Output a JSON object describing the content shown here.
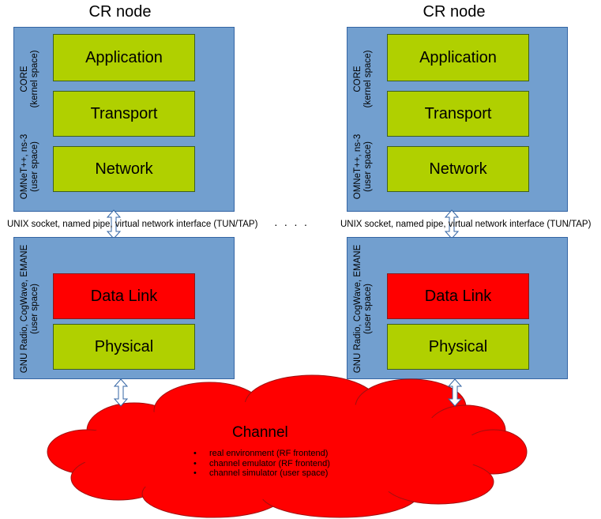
{
  "nodes": [
    {
      "title": "CR node",
      "upper": {
        "label_top": [
          "CORE",
          "(kernel space)"
        ],
        "label_bottom": [
          "OMNeT++, ns-3",
          "(user space)"
        ],
        "layers": [
          "Application",
          "Transport",
          "Network"
        ]
      },
      "interface_label": "UNIX socket, named pipe, virtual network interface (TUN/TAP)",
      "lower": {
        "label": [
          "GNU Radio, CogWave, EMANE",
          "(user space)"
        ],
        "layers": [
          "Data Link",
          "Physical"
        ]
      }
    },
    {
      "title": "CR node",
      "upper": {
        "label_top": [
          "CORE",
          "(kernel space)"
        ],
        "label_bottom": [
          "OMNeT++, ns-3",
          "(user space)"
        ],
        "layers": [
          "Application",
          "Transport",
          "Network"
        ]
      },
      "interface_label": "UNIX socket, named pipe, virtual network interface (TUN/TAP)",
      "lower": {
        "label": [
          "GNU Radio, CogWave, EMANE",
          "(user space)"
        ],
        "layers": [
          "Data Link",
          "Physical"
        ]
      }
    }
  ],
  "ellipsis": "· · · ·",
  "channel": {
    "title": "Channel",
    "items": [
      "real environment (RF frontend)",
      "channel emulator (RF frontend)",
      "channel simulator (user space)"
    ]
  },
  "colors": {
    "panel": "#729fcf",
    "layer_green": "#b0d000",
    "layer_red": "#ff0000",
    "cloud": "#ff0000"
  }
}
